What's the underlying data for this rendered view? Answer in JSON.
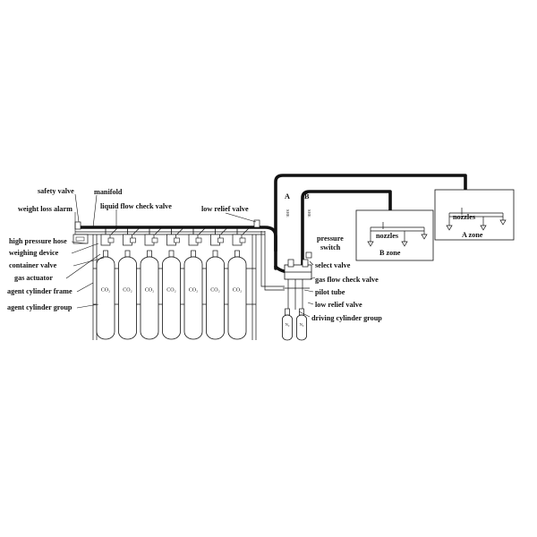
{
  "left_labels": [
    "safety valve",
    "weight loss alarm",
    "high pressure hose",
    "weighing device",
    "container valve",
    "gas actuator",
    "agent cylinder frame",
    "agent cylinder group"
  ],
  "top_labels": {
    "manifold": "manifold",
    "liquid_flow_check_valve": "liquid flow check valve",
    "low_relief_valve": "low relief valve"
  },
  "right_labels": {
    "pressure": "pressure",
    "switch": "switch",
    "select_valve": "select valve",
    "gas_flow_check_valve": "gas flow check valve",
    "pilot_tube": "pilot tube",
    "low_relief_valve": "low relief valve",
    "driving_cylinder_group": "driving cylinder group"
  },
  "zones": [
    {
      "nozzles": "nozzles",
      "name": "B zone"
    },
    {
      "nozzles": "nozzles",
      "name": "A zone"
    }
  ],
  "pipe_letters": [
    "A",
    "B"
  ],
  "pipe_small_text": [
    "SHE",
    "SHE"
  ],
  "cylinder_labels": [
    "CO₂",
    "CO₂",
    "CO₂",
    "CO₂",
    "CO₂",
    "CO₂",
    "CO₂"
  ],
  "driving_cylinder_labels": [
    "N₂",
    "N₂"
  ]
}
